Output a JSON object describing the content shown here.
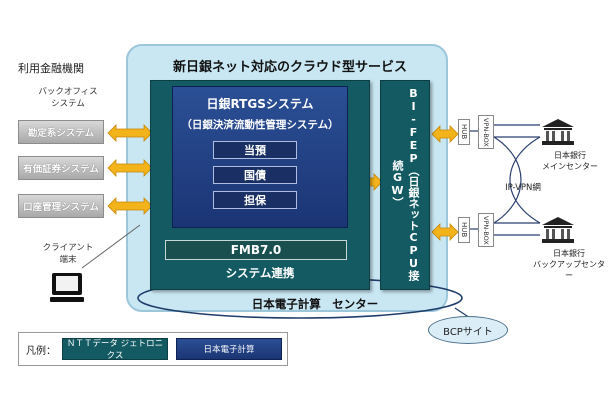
{
  "cloud": {
    "title": "新日銀ネット対応のクラウド型サービス"
  },
  "rtgs": {
    "title": "日銀RTGSシステム",
    "subtitle": "（日銀決済流動性管理システム）",
    "items": [
      "当預",
      "国債",
      "担保"
    ]
  },
  "fmb": {
    "label": "FMB7.0"
  },
  "system_link": {
    "label": "システム連携"
  },
  "bifep": {
    "label": "BI-FEP（日銀ネットCPU接続GW）"
  },
  "center": {
    "label": "日本電子計算　センター"
  },
  "left": {
    "title": "利用金融機関",
    "backoffice": "バックオフィス\nシステム",
    "systems": [
      "勘定系システム",
      "有価証券システム",
      "口座管理システム"
    ],
    "client": "クライアント\n端末"
  },
  "right": {
    "hub_label": "HUB",
    "vpn_label": "VPN-BOX",
    "ipvpn": "IP-VPN網",
    "main_center": "日本銀行\nメインセンター",
    "backup_center": "日本銀行\nバックアップセンター"
  },
  "bcp": {
    "label": "BCPサイト"
  },
  "legend": {
    "prefix": "凡例：",
    "ntt": "ＮＴＴデータ ジェトロニクス",
    "nihon": "日本電子計算"
  },
  "colors": {
    "ntt_teal": "#135a63",
    "nihon_blue": "#1b3574",
    "cloud_bg": "#c9e7f3",
    "arrow_orange": "#f2b31b"
  }
}
